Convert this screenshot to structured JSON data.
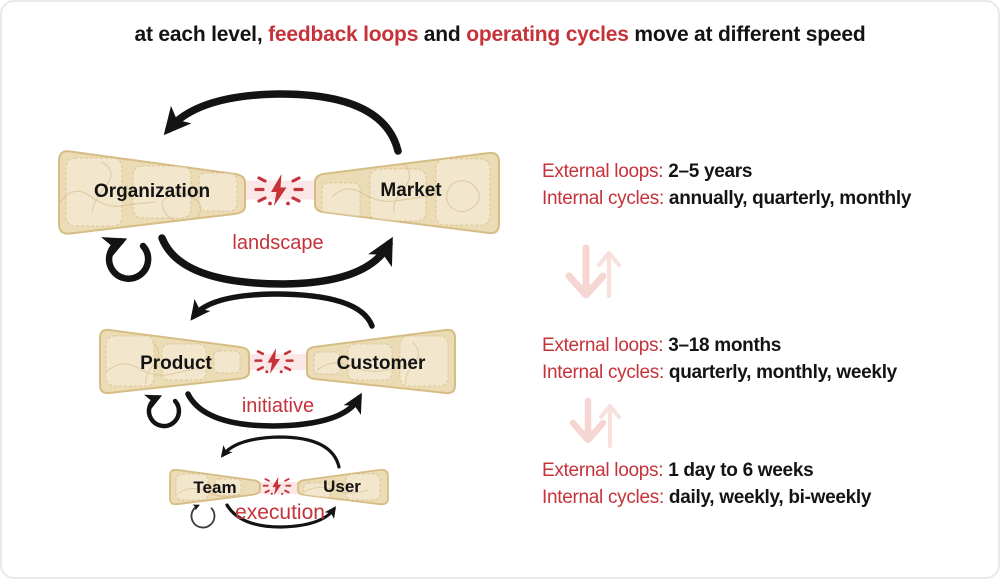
{
  "title": {
    "part1": "at each level, ",
    "highlight1": "feedback loops",
    "part2": " and ",
    "highlight2": "operating cycles",
    "part3": " move at different speed"
  },
  "diagram": {
    "levels": [
      {
        "left_node": "Organization",
        "right_node": "Market",
        "loop_label": "landscape"
      },
      {
        "left_node": "Product",
        "right_node": "Customer",
        "loop_label": "initiative"
      },
      {
        "left_node": "Team",
        "right_node": "User",
        "loop_label": "execution"
      }
    ]
  },
  "timings": [
    {
      "external_label": "External loops:",
      "external_value": "2–5 years",
      "internal_label": "Internal cycles:",
      "internal_value": "annually, quarterly, monthly"
    },
    {
      "external_label": "External loops:",
      "external_value": "3–18 months",
      "internal_label": "Internal cycles:",
      "internal_value": "quarterly, monthly, weekly"
    },
    {
      "external_label": "External loops:",
      "external_value": "1 day to 6 weeks",
      "internal_label": "Internal cycles:",
      "internal_value": "daily, weekly, bi-weekly"
    }
  ],
  "colors": {
    "accent_red": "#c5323a",
    "node_fill": "#ecdcb5",
    "node_border": "#d6bd85",
    "pink_band": "#fbe7e5",
    "pink_arrow": "#f5d6d2",
    "ink": "#131313"
  }
}
